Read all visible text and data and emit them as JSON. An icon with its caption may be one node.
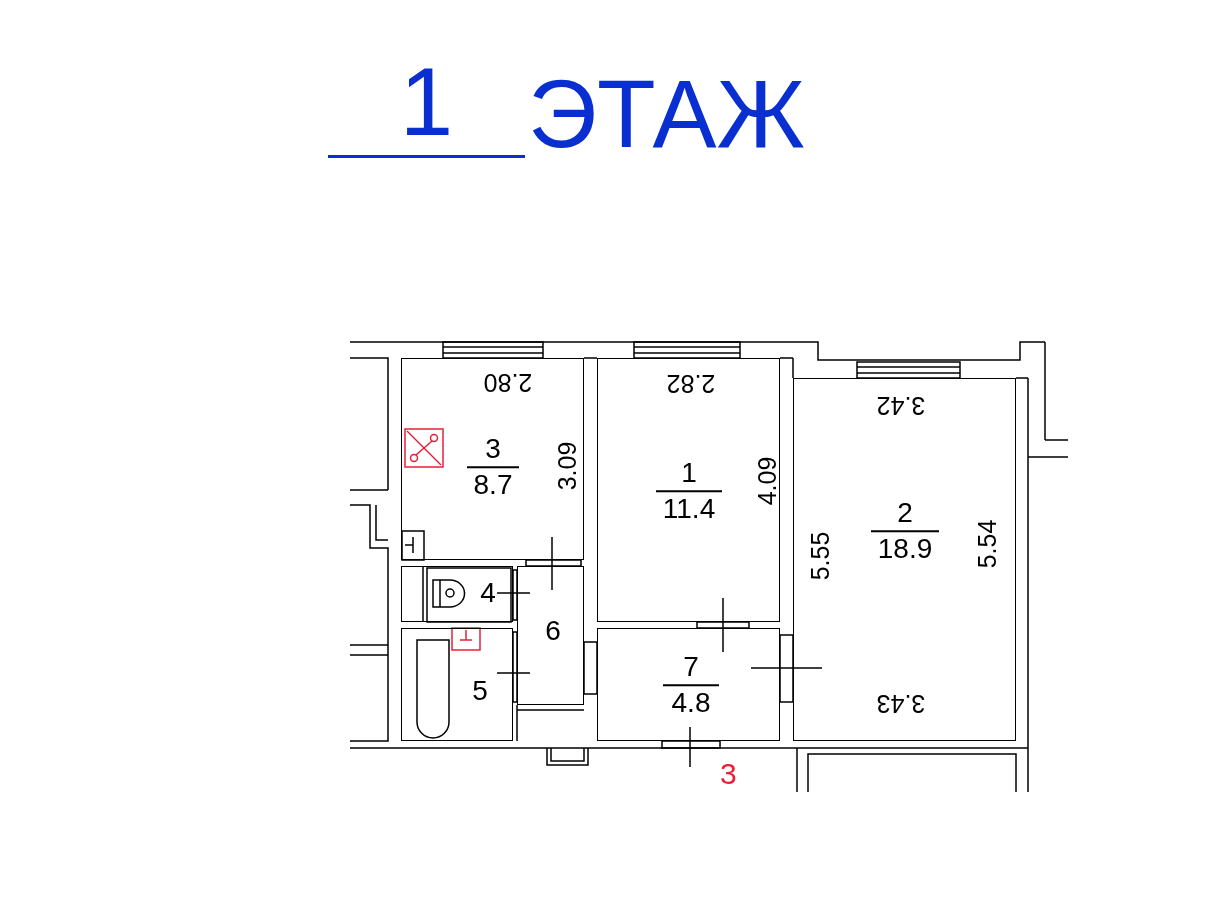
{
  "diagram": {
    "title": "ЭТАЖ",
    "nodes": [
      {
        "text": [
          "3",
          "8.7",
          "2.80",
          "3.09"
        ]
      },
      {
        "text": [
          "1",
          "11.4",
          "2.82",
          "4.09"
        ]
      },
      {
        "text": [
          "2",
          "18.9",
          "3.42",
          "5.55",
          "5.54",
          "3.43"
        ]
      },
      {
        "text": [
          "4"
        ]
      },
      {
        "text": [
          "6"
        ]
      },
      {
        "text": [
          "5"
        ]
      },
      {
        "text": [
          "7",
          "4.8"
        ]
      }
    ],
    "edges": [],
    "labels": [
      "1",
      "3"
    ]
  }
}
